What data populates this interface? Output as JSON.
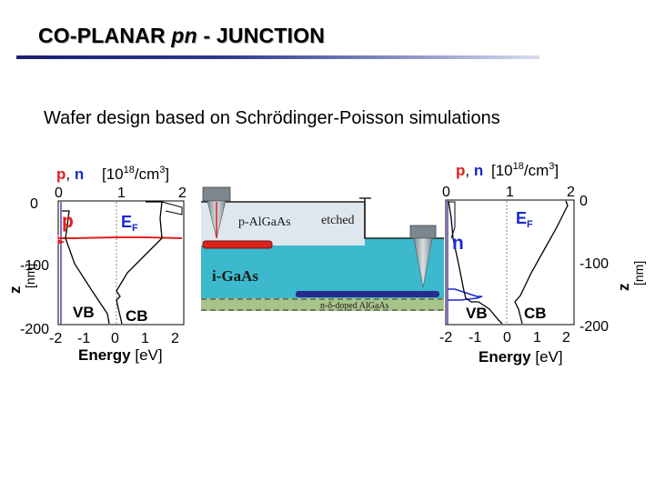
{
  "slide": {
    "title_main": "CO-PLANAR ",
    "title_italic": "pn",
    "title_tail": " - JUNCTION",
    "subtitle": "Wafer design based on Schrödinger-Poisson simulations"
  },
  "left_plot": {
    "top_axis_label_pn": "p, n",
    "top_axis_unit": "[10",
    "top_axis_exp": "18",
    "top_axis_unit_tail": "/cm",
    "top_axis_exp3": "3",
    "top_axis_close": "]",
    "top_ticks": [
      "0",
      "1",
      "2"
    ],
    "left_ticks": [
      "0",
      "-100",
      "-200"
    ],
    "bottom_ticks": [
      "-2",
      "-1",
      "0",
      "1",
      "2"
    ],
    "bottom_label": "Energy",
    "bottom_unit": " [eV]",
    "z_label": "z",
    "z_unit": "[nm]",
    "region_label": "p",
    "ef_label": "E",
    "ef_sub": "F",
    "vb_label": "VB",
    "cb_label": "CB"
  },
  "right_plot": {
    "top_axis_label_pn": "p, n",
    "top_axis_unit": "[10",
    "top_axis_exp": "18",
    "top_axis_unit_tail": "/cm",
    "top_axis_exp3": "3",
    "top_axis_close": "]",
    "top_ticks": [
      "0",
      "1",
      "2"
    ],
    "right_ticks": [
      "0",
      "-100",
      "-200"
    ],
    "bottom_ticks": [
      "-2",
      "-1",
      "0",
      "1",
      "2"
    ],
    "bottom_label": "Energy",
    "bottom_unit": " [eV]",
    "z_label": "z",
    "z_unit": "[nm]",
    "region_label": "n",
    "ef_label": "E",
    "ef_sub": "F",
    "vb_label": "VB",
    "cb_label": "CB"
  },
  "wafer": {
    "layer_p": "p-AlGaAs",
    "layer_etched": "etched",
    "layer_i": "i-GaAs",
    "layer_n": "n-δ-doped AlGaAs"
  },
  "colors": {
    "p_color": "#e0201b",
    "n_color": "#1a2ad0",
    "wafer_cyan": "#3cb9cc",
    "substrate": "#a9c48a",
    "title_rule": "#2c3a90"
  }
}
